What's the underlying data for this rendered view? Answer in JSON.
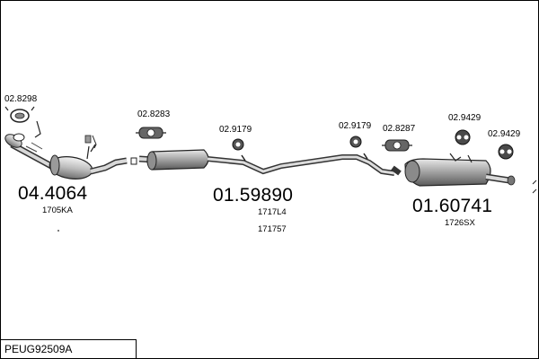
{
  "diagram_code": "PEUG92509A",
  "parts": [
    {
      "number": "04.4064",
      "refs": [
        "1705KA"
      ]
    },
    {
      "number": "01.59890",
      "refs": [
        "1717L4",
        "171757"
      ]
    },
    {
      "number": "01.60741",
      "refs": [
        "1726SX"
      ]
    }
  ],
  "accessories": [
    {
      "number": "02.8298",
      "icon": "clamp-icon"
    },
    {
      "number": "02.8283",
      "icon": "rubber-mount-icon"
    },
    {
      "number": "02.9179",
      "icon": "rubber-ring-icon"
    },
    {
      "number": "02.9179",
      "icon": "rubber-ring-icon"
    },
    {
      "number": "02.8287",
      "icon": "rubber-mount-icon"
    },
    {
      "number": "02.9429",
      "icon": "rubber-ring-icon"
    },
    {
      "number": "02.9429",
      "icon": "rubber-ring-icon"
    }
  ]
}
